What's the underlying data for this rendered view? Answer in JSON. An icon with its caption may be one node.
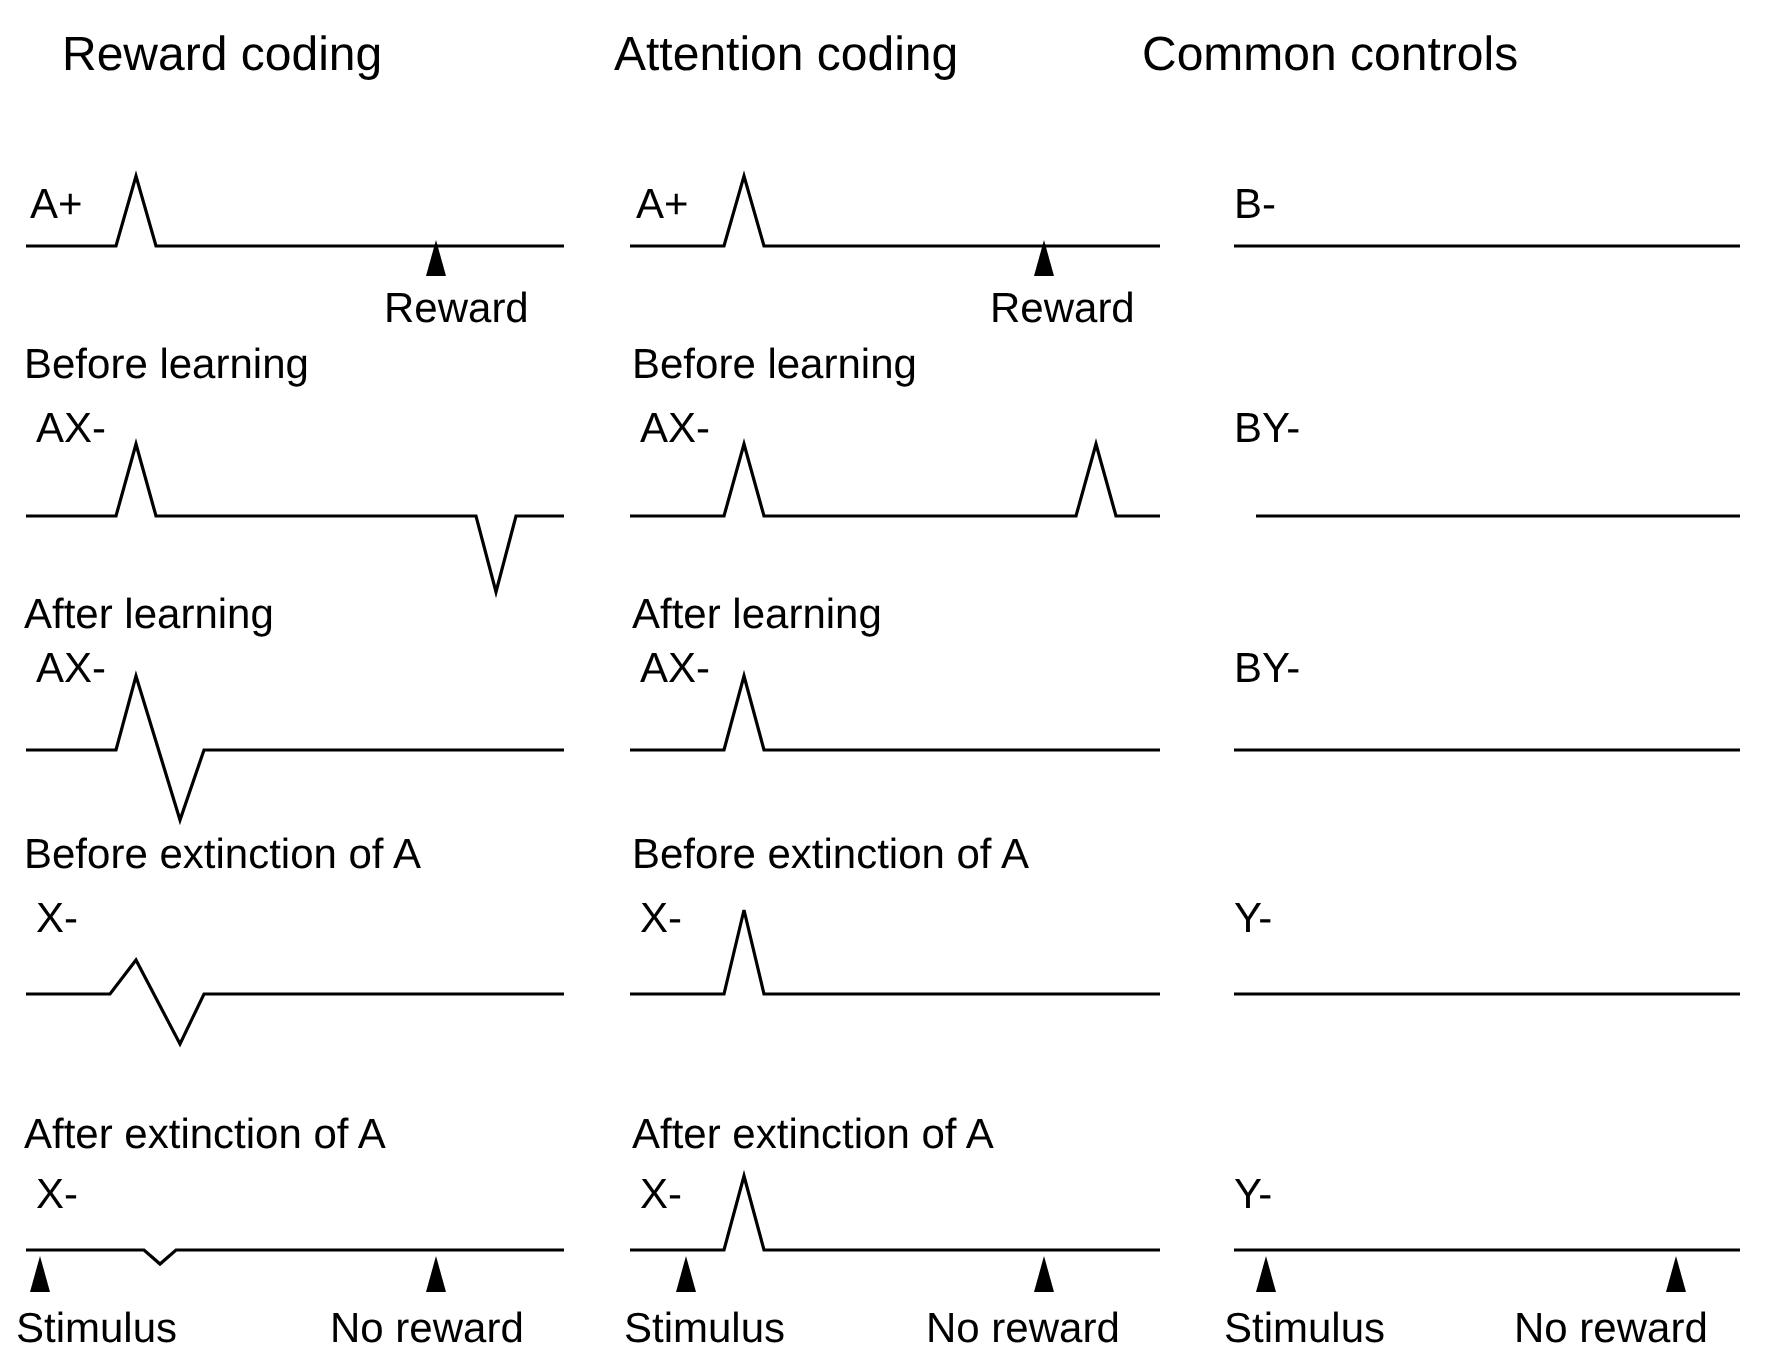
{
  "diagram": {
    "labels": [
      "Reward coding",
      "Attention coding",
      "Common controls",
      "A+",
      "A+",
      "B-",
      "Reward",
      "Reward",
      "Before learning",
      "Before learning",
      "AX-",
      "AX-",
      "BY-",
      "After learning",
      "After learning",
      "AX-",
      "AX-",
      "BY-",
      "Before extinction of A",
      "Before extinction of A",
      "X-",
      "X-",
      "Y-",
      "After extinction of A",
      "After extinction of A",
      "X-",
      "X-",
      "Y-",
      "Stimulus",
      "No reward",
      "Stimulus",
      "No reward",
      "Stimulus",
      "No reward"
    ]
  }
}
